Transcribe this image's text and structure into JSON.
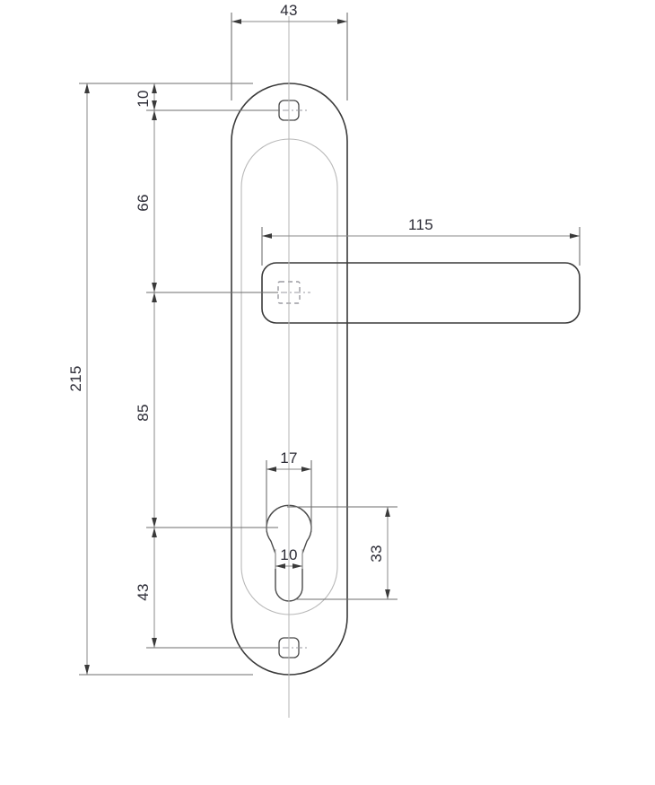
{
  "document": {
    "type": "technical-drawing",
    "subject": "Door handle on backplate — front elevation with dimensions",
    "units": "mm",
    "background_color": "#ffffff",
    "line_color": "#3a3a3a",
    "dimension_text_color": "#2b2b35"
  },
  "dimensions": {
    "plate_width": "43",
    "top_screw_offset": "10",
    "screw_to_spindle": "66",
    "spindle_to_keyhole": "85",
    "keyhole_to_screw": "43",
    "plate_total_length": "215",
    "handle_length": "115",
    "keyhole_circle_width": "17",
    "keyhole_slot_width": "10",
    "keyhole_total_height": "33"
  },
  "labels": [
    {
      "id": "plate-width",
      "value": "43",
      "orientation": "horizontal"
    },
    {
      "id": "top-screw-offset",
      "value": "10",
      "orientation": "vertical"
    },
    {
      "id": "screw-to-spindle",
      "value": "66",
      "orientation": "vertical"
    },
    {
      "id": "handle-length",
      "value": "115",
      "orientation": "horizontal"
    },
    {
      "id": "plate-total-length",
      "value": "215",
      "orientation": "vertical"
    },
    {
      "id": "spindle-to-keyhole",
      "value": "85",
      "orientation": "vertical"
    },
    {
      "id": "keyhole-circle-width",
      "value": "17",
      "orientation": "horizontal"
    },
    {
      "id": "keyhole-slot-width",
      "value": "10",
      "orientation": "horizontal"
    },
    {
      "id": "keyhole-total-height",
      "value": "33",
      "orientation": "vertical"
    },
    {
      "id": "keyhole-to-screw",
      "value": "43",
      "orientation": "vertical"
    }
  ],
  "features": {
    "backplate": "rounded-rectangle-outline",
    "inner_relief": "rounded-rectangle-inner-outline",
    "top_screw_hole": "rounded-square-hole",
    "bottom_screw_hole": "rounded-square-hole",
    "spindle_hole": "dashed-square-hidden",
    "keyhole": "euro-cylinder-profile",
    "handle": "rounded-bar-lever"
  }
}
